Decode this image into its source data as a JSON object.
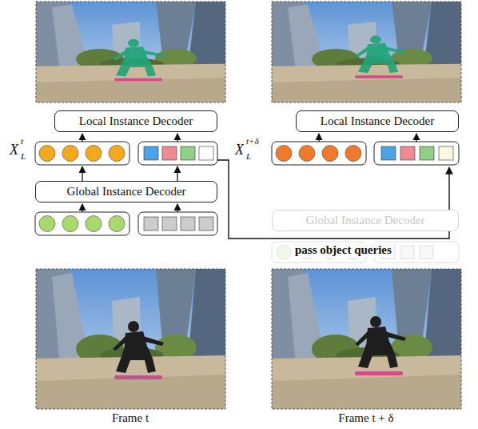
{
  "diagram": {
    "nodes": [
      {
        "text": [
          "Local Instance Decoder"
        ]
      },
      {
        "text": [
          "Local Instance Decoder"
        ]
      },
      {
        "text": [
          "Global Instance Decoder"
        ]
      },
      {
        "text": [
          "Global Instance Decoder"
        ]
      }
    ],
    "labels": [
      "X",
      "L",
      "t",
      "X",
      "L",
      "t+δ",
      "pass object queries",
      "Frame t",
      "Frame t + δ"
    ]
  }
}
